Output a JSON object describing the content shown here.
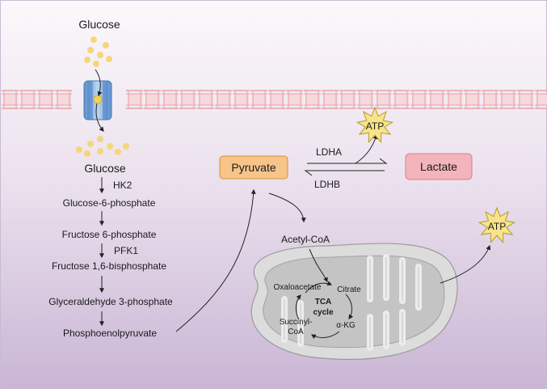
{
  "colors": {
    "background_top": "#faf6fa",
    "background_bottom": "#cdbcd8",
    "membrane_line": "#e8a0a6",
    "membrane_fill": "#f6d9dc",
    "glucose_dot": "#f5d67a",
    "transporter_blue": "#6f9fd6",
    "transporter_light": "#b9d3ee",
    "pyruvate_box": "#f7c48a",
    "pyruvate_border": "#d68f3f",
    "lactate_box": "#f3b4bb",
    "lactate_border": "#d77f89",
    "atp_star": "#f7e48a",
    "atp_border": "#b49b2c",
    "mito_outer": "#d9d9d9",
    "mito_inner": "#bcbcbc"
  },
  "outside": {
    "glucose_label": "Glucose"
  },
  "glycolysis": {
    "glucose": "Glucose",
    "hk2": "HK2",
    "g6p": "Glucose-6-phosphate",
    "f6p": "Fructose 6-phosphate",
    "pfk1": "PFK1",
    "f16bp": "Fructose 1,6-bisphosphate",
    "g3p": "Glyceraldehyde 3-phosphate",
    "pep": "Phosphoenolpyruvate"
  },
  "pyruvate": {
    "label": "Pyruvate"
  },
  "lactate": {
    "label": "Lactate"
  },
  "ldha": "LDHA",
  "ldhb": "LDHB",
  "atp_top": "ATP",
  "atp_right": "ATP",
  "acetyl_coa": "Acetyl-CoA",
  "tca": {
    "oxaloacetate": "Oxaloacetate",
    "citrate": "Citrate",
    "tca_line1": "TCA",
    "tca_line2": "cycle",
    "akg": "α-KG",
    "succinyl1": "Succinyl-",
    "succinyl2": "CoA"
  }
}
